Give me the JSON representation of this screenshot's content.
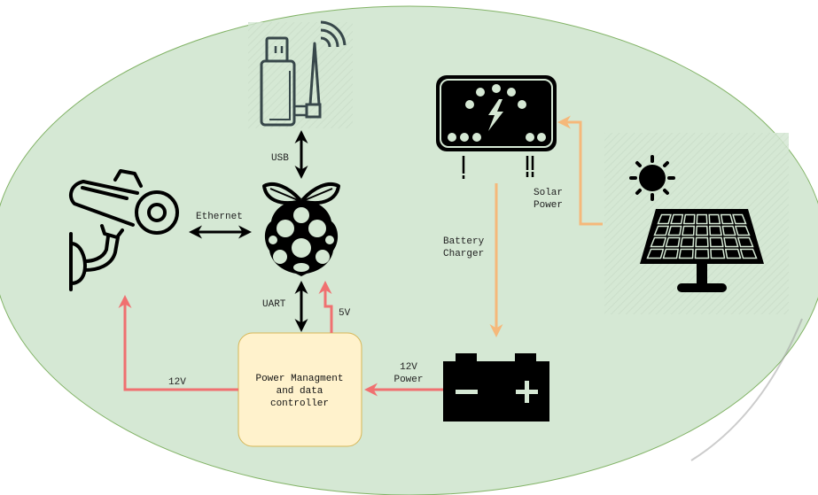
{
  "diagram": {
    "title": "Solar-powered Raspberry Pi camera system",
    "colors": {
      "background_ellipse": "#d5e8d4",
      "ellipse_stroke": "#82b366",
      "controller_fill": "#fff2cc",
      "controller_stroke": "#d6b656",
      "power_arrow": "#f07070",
      "solar_arrow": "#f5b87a",
      "data_arrow": "#000000"
    },
    "nodes": {
      "wifi_dongle": {
        "icon": "usb-wifi-dongle-icon"
      },
      "raspberry_pi": {
        "icon": "raspberry-pi-icon"
      },
      "camera": {
        "icon": "security-camera-icon"
      },
      "charge_controller": {
        "icon": "charge-controller-icon"
      },
      "solar_panel": {
        "icon": "solar-panel-icon"
      },
      "battery": {
        "icon": "battery-icon"
      },
      "controller": {
        "lines": [
          "Power Managment",
          "and data",
          "controller"
        ]
      }
    },
    "edges": {
      "usb": {
        "label": "USB",
        "from": "raspberry_pi",
        "to": "wifi_dongle",
        "bidirectional": true
      },
      "ethernet": {
        "label": "Ethernet",
        "from": "camera",
        "to": "raspberry_pi",
        "bidirectional": true
      },
      "uart": {
        "label": "UART",
        "from": "controller",
        "to": "raspberry_pi",
        "bidirectional": true
      },
      "pi_power": {
        "label": "5V",
        "from": "controller",
        "to": "raspberry_pi"
      },
      "camera_power": {
        "label": "12V",
        "from": "controller",
        "to": "camera"
      },
      "battery_power": {
        "label_lines": [
          "12V",
          "Power"
        ],
        "from": "battery",
        "to": "controller"
      },
      "charger": {
        "label_lines": [
          "Battery",
          "Charger"
        ],
        "from": "charge_controller",
        "to": "battery"
      },
      "solar": {
        "label_lines": [
          "Solar",
          "Power"
        ],
        "from": "solar_panel",
        "to": "charge_controller"
      }
    }
  }
}
